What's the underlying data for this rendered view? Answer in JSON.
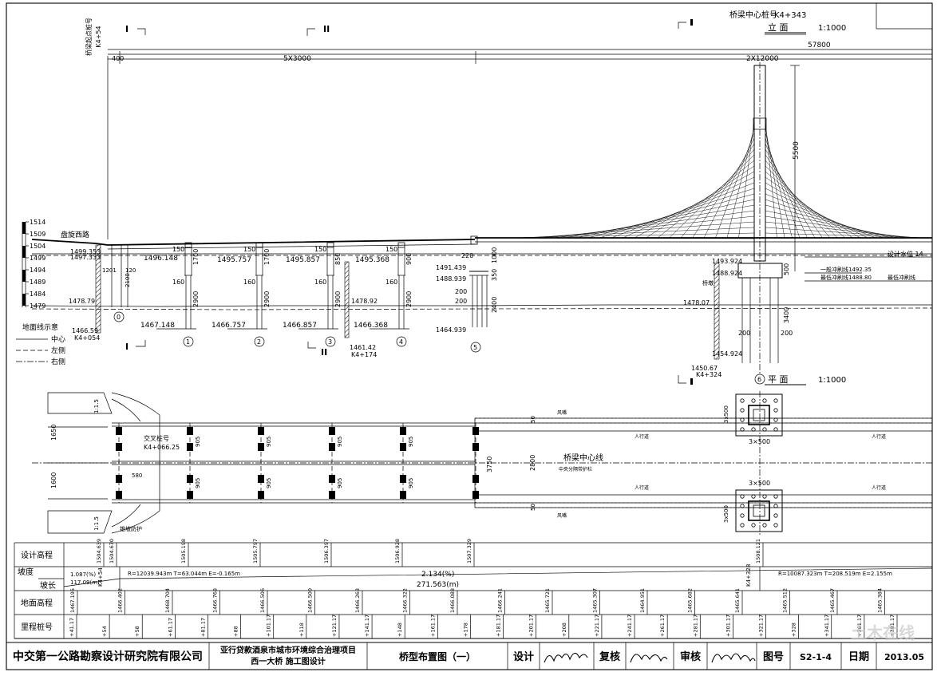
{
  "header": {
    "bridge_start_stake_label": "桥梁起点桩号",
    "bridge_start_stake": "K4+54",
    "bridge_center_stake_label": "桥梁中心桩号",
    "bridge_center_stake": "K4+343",
    "elevation_view_label": "立  面",
    "elevation_scale": "1:1000",
    "section_mark": "I",
    "section_mark_2": "II"
  },
  "dimensions": {
    "total_length": "57800",
    "span_left": "5X3000",
    "span_right": "2X12000",
    "left_offset": "400",
    "tower_height": "5500"
  },
  "elevation_scale": {
    "ticks": [
      "1514",
      "1509",
      "1504",
      "1499",
      "1494",
      "1489",
      "1484",
      "1479"
    ]
  },
  "elevation_labels": {
    "road_name": "盘旋西路",
    "deck_1": "1499.353",
    "deck_1b": "1497.333",
    "deck_2": "1496.148",
    "deck_3": "1495.757",
    "deck_4": "1495.857",
    "deck_5": "1495.368",
    "deck_6": "1493.924",
    "deck_7": "1488.924",
    "ground_0": "1478.79",
    "ground_0b": "1466.59",
    "stake_0": "K4+054",
    "pile_1": "1467.148",
    "pile_2": "1466.757",
    "pile_3": "1466.857",
    "pile_4": "1466.368",
    "pile_4b": "1478.92",
    "pile_4c": "1461.42",
    "stake_4": "K4+174",
    "pile_5a": "1491.439",
    "pile_5b": "1488.939",
    "pile_5c": "1464.939",
    "pile_6a": "1478.07",
    "pile_6b": "1454.924",
    "pile_6c": "1450.67",
    "stake_6": "K4+324",
    "water_level": "设计水位 14",
    "scour_1": "一般冲刷线1492.35",
    "scour_2": "最低冲刷线1488.80",
    "scour_3": "最低冲刷线",
    "dim_150": "150",
    "dim_160": "160",
    "dim_1700": "1700",
    "dim_850": "850",
    "dim_900": "900",
    "dim_2900": "2900",
    "dim_2100": "2100",
    "dim_120": "120",
    "dim_1201": "1201",
    "dim_220": "220",
    "dim_1000": "1000",
    "dim_350": "350",
    "dim_200": "200",
    "dim_2400": "2400",
    "dim_500": "500",
    "dim_3400": "3400",
    "pier_tag": "桥墩",
    "pier_1": "1",
    "pier_2": "2",
    "pier_3": "3",
    "pier_4": "4",
    "pier_5": "5",
    "pier_6": "6",
    "pier_0": "0"
  },
  "legend": {
    "title": "地面线示意",
    "center": "中心",
    "left": "左侧",
    "right": "右侧"
  },
  "plan": {
    "label": "平  面",
    "scale": "1:1000",
    "center_line": "桥梁中心线",
    "sidewalk": "人行道",
    "stake_label": "交叉桩号",
    "stake_value": "K4+066.25",
    "median": "中央分隔带护栏",
    "guard": "风嘴",
    "dim_1650": "1650",
    "dim_1600": "1600",
    "dim_905": "905",
    "dim_2800": "2800",
    "dim_3750": "3750",
    "dim_50": "50",
    "dim_3x500": "3×500",
    "dim_3x500b": "3x500",
    "dim_580": "580",
    "ratio": "1:1.5",
    "abutment": "锥坡防护"
  },
  "profile_table": {
    "row_design_elev": "设计高程",
    "row_slope": "坡度",
    "row_slope_length": "坡长",
    "row_ground_elev": "地面高程",
    "row_stake": "里程桩号",
    "design_values": [
      "1504.639",
      "1504.670",
      "1505.198",
      "1505.797",
      "1506.397",
      "1506.928",
      "1507.329",
      "1508.121"
    ],
    "curve_1": "R=12039.943m T=63.044m E=-0.165m",
    "curve_2": "R=10087.323m T=208.519m E=2.155m",
    "slope_pct": "2.134(%)",
    "slope_length": "271.563(m)",
    "left_slope": "1.087(%)",
    "left_length": "117.09(m)",
    "stake_start": "K4+54",
    "stake_end": "K4+328",
    "ground_values": [
      "1467.195",
      "1466.402",
      "1468.704",
      "1466.768",
      "1466.506",
      "1466.500",
      "1466.263",
      "1466.322",
      "1466.088",
      "1466.241",
      "1465.721",
      "1465.307",
      "1464.951",
      "1465.682",
      "1465.641",
      "1465.512",
      "1465.467",
      "1465.384"
    ],
    "stake_values": [
      "+41.17",
      "+54",
      "+58",
      "+61.17",
      "+81.17",
      "+88",
      "+101.17",
      "+118",
      "+121.17",
      "+141.17",
      "+148",
      "+161.17",
      "+178",
      "+181.17",
      "+201.17",
      "+208",
      "+221.17",
      "+241.17",
      "+261.17",
      "+281.17",
      "+301.17",
      "+321.17",
      "+328",
      "+341.17",
      "+361.17",
      "+381.17"
    ]
  },
  "title_block": {
    "company": "中交第一公路勘察设计研究院有限公司",
    "project_line1": "亚行贷款酒泉市城市环境综合治理项目",
    "project_line2": "西一大桥    施工图设计",
    "drawing_title": "桥型布置图（一）",
    "design_label": "设计",
    "review_label": "复核",
    "audit_label": "审核",
    "sheet_label": "图号",
    "sheet_no": "S2-1-4",
    "date_label": "日期",
    "date_value": "2013.05",
    "watermark": "土木在线"
  }
}
